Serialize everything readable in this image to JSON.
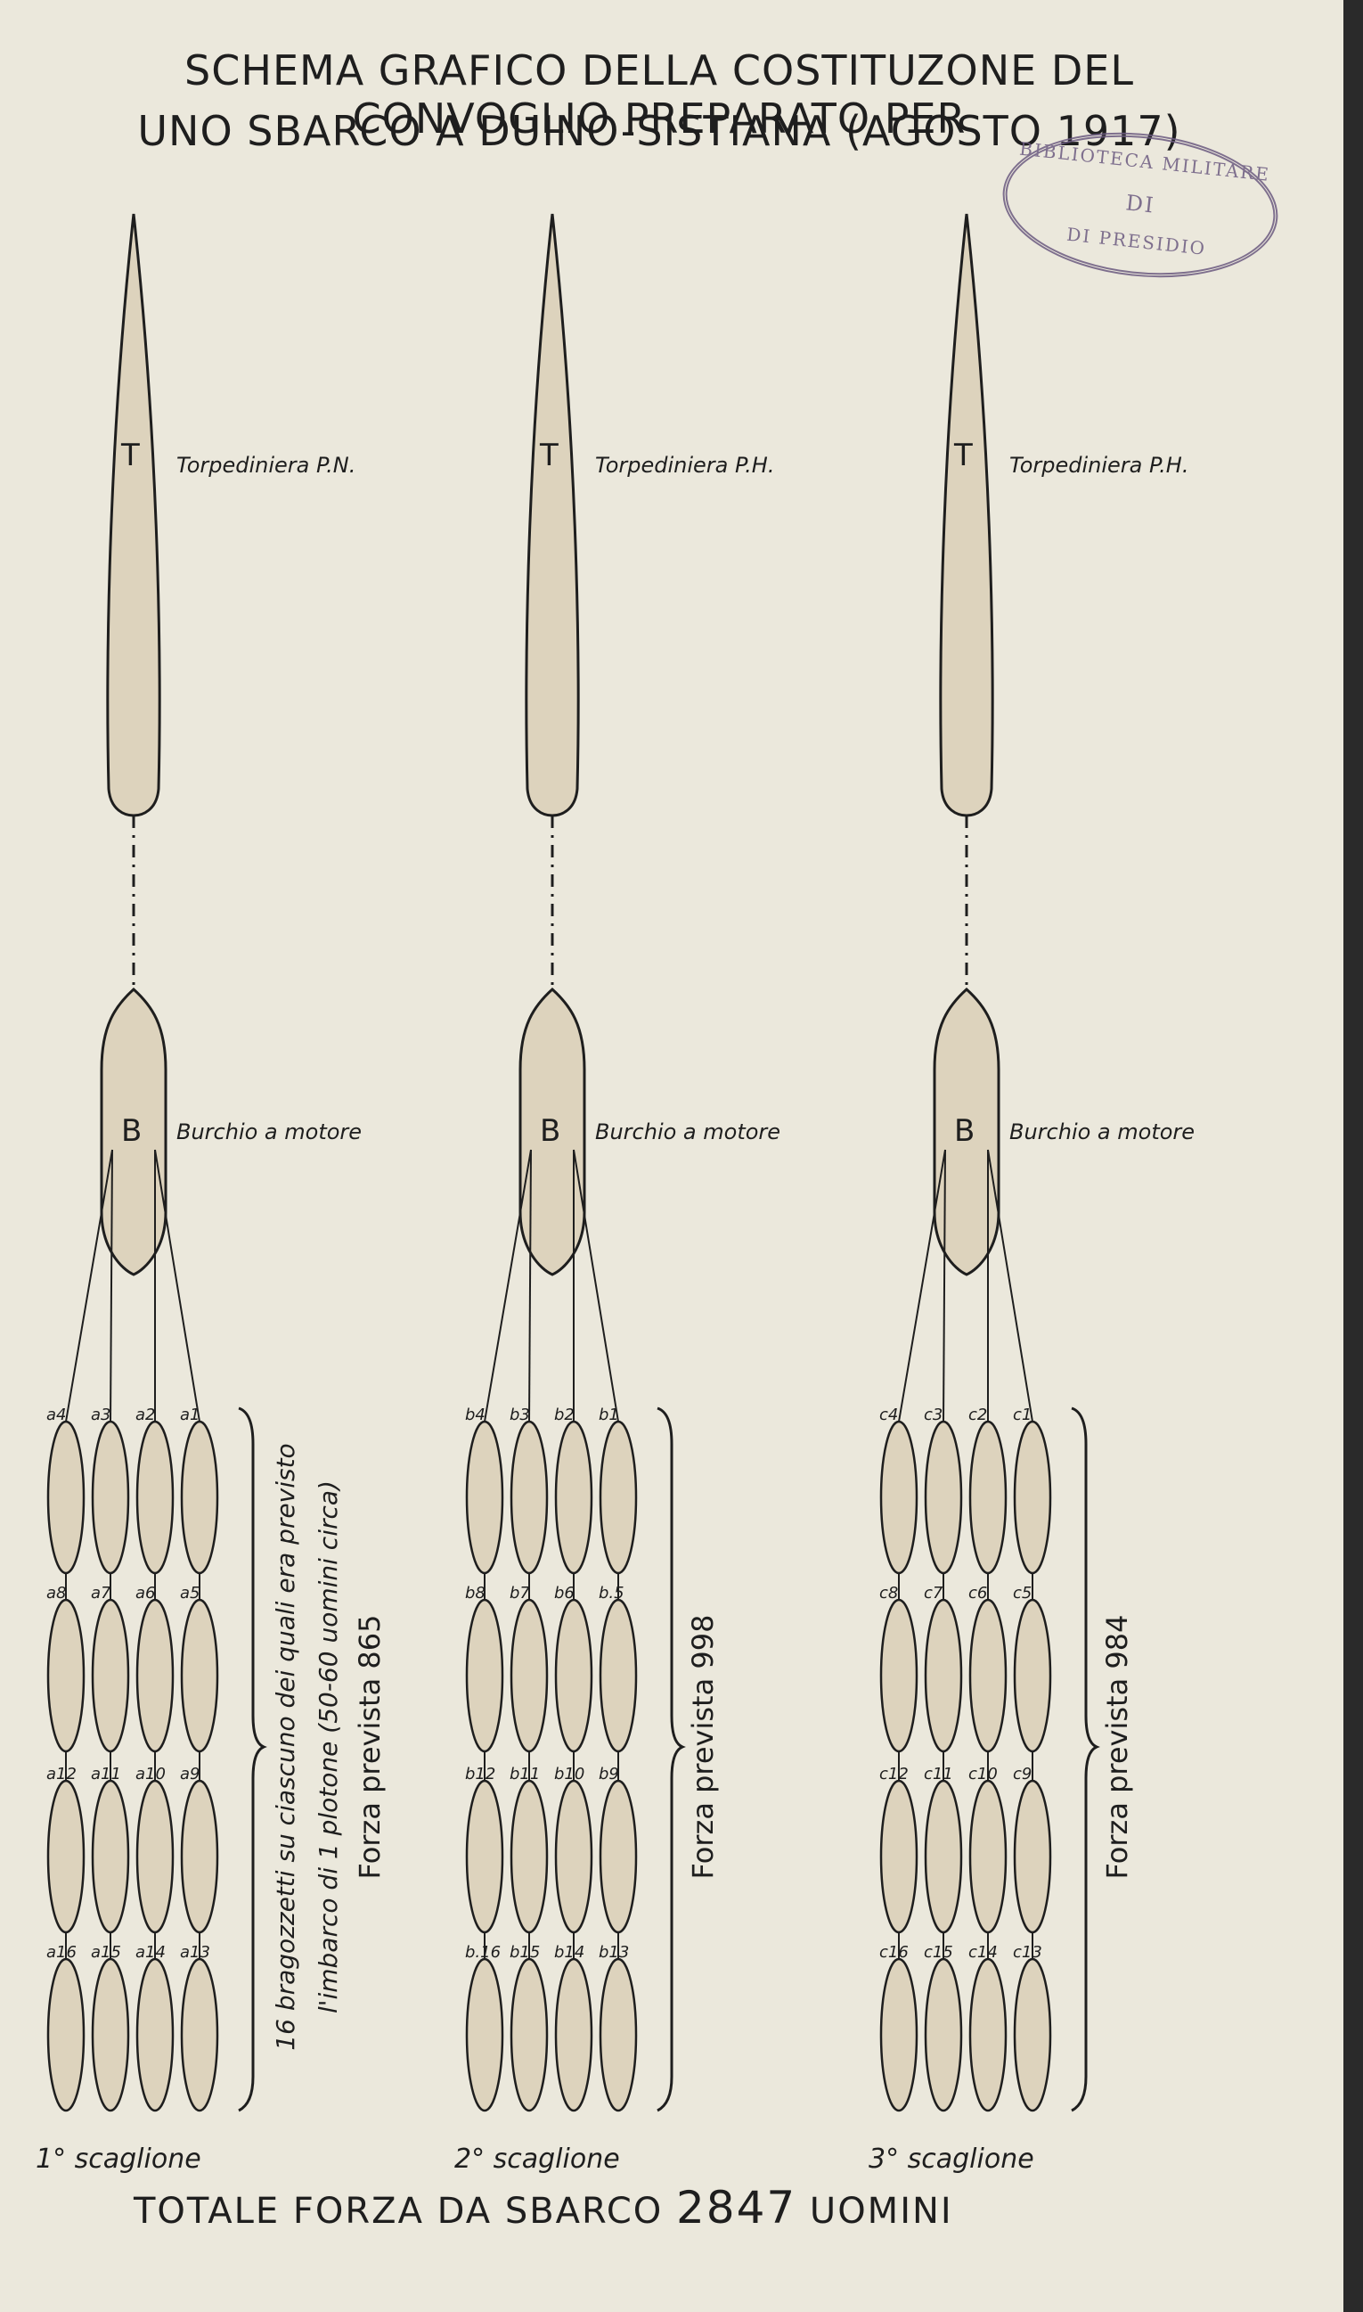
{
  "title": {
    "line1": "SCHEMA GRAFICO DELLA COSTITUZONE DEL CONVOGLIO PREPARATO PER",
    "line2": "UNO SBARCO A DUINO-SISTIANA (AGOSTO 1917)"
  },
  "stamp": {
    "top": "BIBLIOTECA MILITARE",
    "middle": "DI",
    "bottom": "DI PRESIDIO"
  },
  "columns": [
    {
      "torpedo_letter": "T",
      "torpedo_label": "Torpediniera P.N.",
      "barge_letter": "B",
      "barge_label": "Burchio a motore",
      "boat_labels": [
        [
          "a4",
          "a3",
          "a2",
          "a1"
        ],
        [
          "a8",
          "a7",
          "a6",
          "a5"
        ],
        [
          "a12",
          "a11",
          "a10",
          "a9"
        ],
        [
          "a16",
          "a15",
          "a14",
          "a13"
        ]
      ],
      "brace_text": [
        "16 bragozzetti su ciascuno dei quali era previsto",
        "l'imbarco di 1 plotone (50-60 uomini circa)",
        "Forza prevista 865"
      ],
      "echelon": "1° scaglione"
    },
    {
      "torpedo_letter": "T",
      "torpedo_label": "Torpediniera P.H.",
      "barge_letter": "B",
      "barge_label": "Burchio a motore",
      "boat_labels": [
        [
          "b4",
          "b3",
          "b2",
          "b1"
        ],
        [
          "b8",
          "b7",
          "b6",
          "b.5"
        ],
        [
          "b12",
          "b11",
          "b10",
          "b9"
        ],
        [
          "b.16",
          "b15",
          "b14",
          "b13"
        ]
      ],
      "brace_text": [
        "Forza prevista 998"
      ],
      "echelon": "2° scaglione"
    },
    {
      "torpedo_letter": "T",
      "torpedo_label": "Torpediniera P.H.",
      "barge_letter": "B",
      "barge_label": "Burchio a motore",
      "boat_labels": [
        [
          "c4",
          "c3",
          "c2",
          "c1"
        ],
        [
          "c8",
          "c7",
          "c6",
          "c5"
        ],
        [
          "c12",
          "c11",
          "c10",
          "c9"
        ],
        [
          "c16",
          "c15",
          "c14",
          "c13"
        ]
      ],
      "brace_text": [
        "Forza prevista 984"
      ],
      "echelon": "3° scaglione"
    }
  ],
  "total": {
    "prefix": "TOTALE FORZA DA SBARCO",
    "number": "2847",
    "suffix": "UOMINI"
  },
  "colors": {
    "paper": "#ebe8dc",
    "hull_fill": "#ddd3bd",
    "ink": "#1e1e1e",
    "stamp": "#6b5a80"
  }
}
